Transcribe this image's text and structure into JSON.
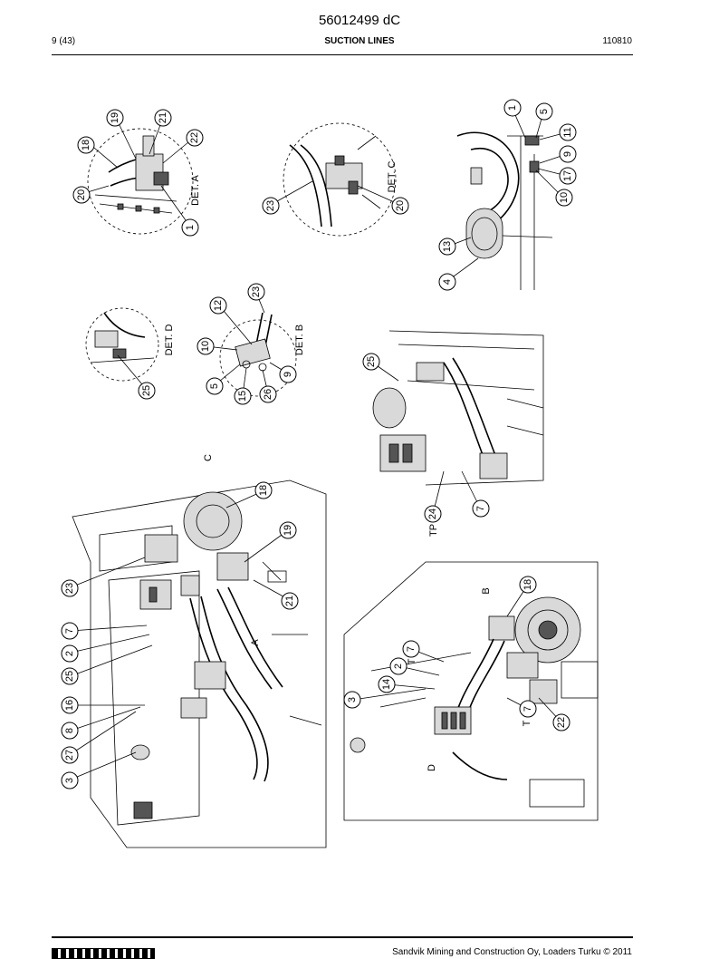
{
  "header": {
    "doc_number": "56012499 dC",
    "page": "9 (43)",
    "section_title": "SUCTION LINES",
    "date_code": "110810"
  },
  "footer": {
    "copyright": "Sandvik Mining and Construction Oy, Loaders Turku © 2011"
  },
  "labels": {
    "det_a": "DET. A",
    "det_b": "DET. B",
    "det_c": "DET. C",
    "det_d": "DET. D",
    "view_a": "A",
    "view_b": "B",
    "view_c": "C",
    "view_d": "D",
    "t1": "T",
    "t2": "T",
    "tp": "TP"
  },
  "callouts": {
    "a_18": "18",
    "a_19": "19",
    "a_21": "21",
    "a_22": "22",
    "a_20": "20",
    "a_1": "1",
    "c_23": "23",
    "c_20": "20",
    "r_1": "1",
    "r_5": "5",
    "r_11": "11",
    "r_9": "9",
    "r_17": "17",
    "r_10": "10",
    "r_13": "13",
    "r_4": "4",
    "d_25": "25",
    "b_12": "12",
    "b_23": "23",
    "b_10": "10",
    "b_5": "5",
    "b_15": "15",
    "b_26": "26",
    "b_9": "9",
    "m_25": "25",
    "m_24": "24",
    "m_7": "7",
    "l_23": "23",
    "l_7": "7",
    "l_2": "2",
    "l_25": "25",
    "l_16": "16",
    "l_8": "8",
    "l_27": "27",
    "l_3": "3",
    "l_18": "18",
    "l_19": "19",
    "l_21": "21",
    "g_3": "3",
    "g_14": "14",
    "g_2": "2",
    "g_7a": "7",
    "g_18": "18",
    "g_7b": "7",
    "g_22": "22"
  }
}
